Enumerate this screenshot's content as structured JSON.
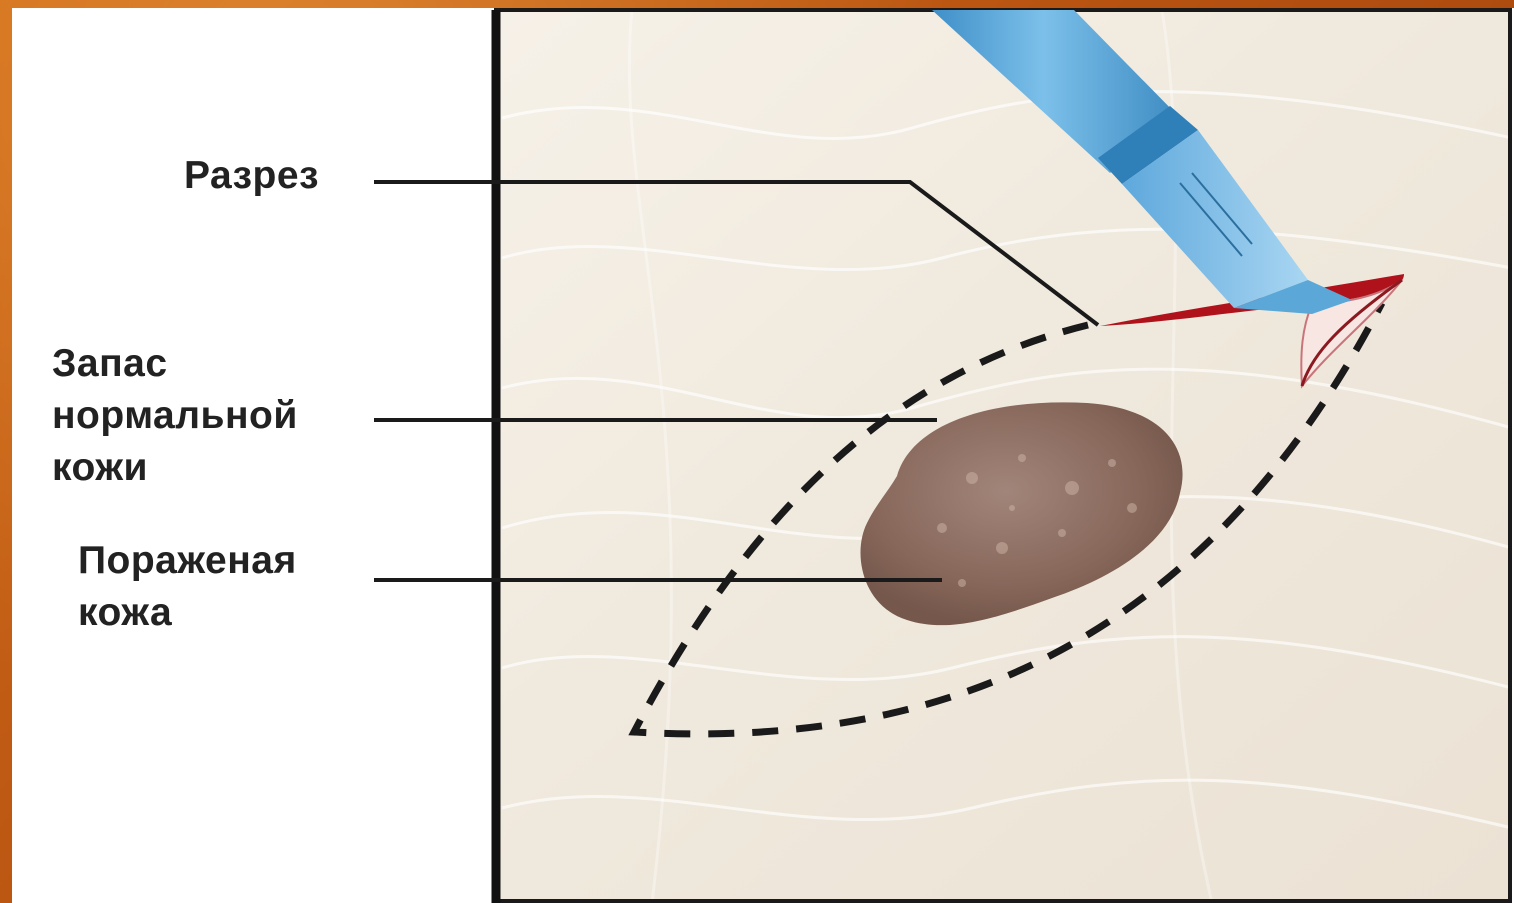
{
  "labels": {
    "incision": "Разрез",
    "margin": "Запас\nнормальной\nкожи",
    "lesion": "Пораженая\nкожа"
  },
  "colors": {
    "frame": "#c25a12",
    "skin": "#f1ebe1",
    "lesion": "#8a6a5c",
    "scalpel": "#5aa7d8",
    "cut": "#b0121c",
    "line": "#1a1a1a"
  },
  "icons": {
    "tool": "scalpel-icon"
  }
}
